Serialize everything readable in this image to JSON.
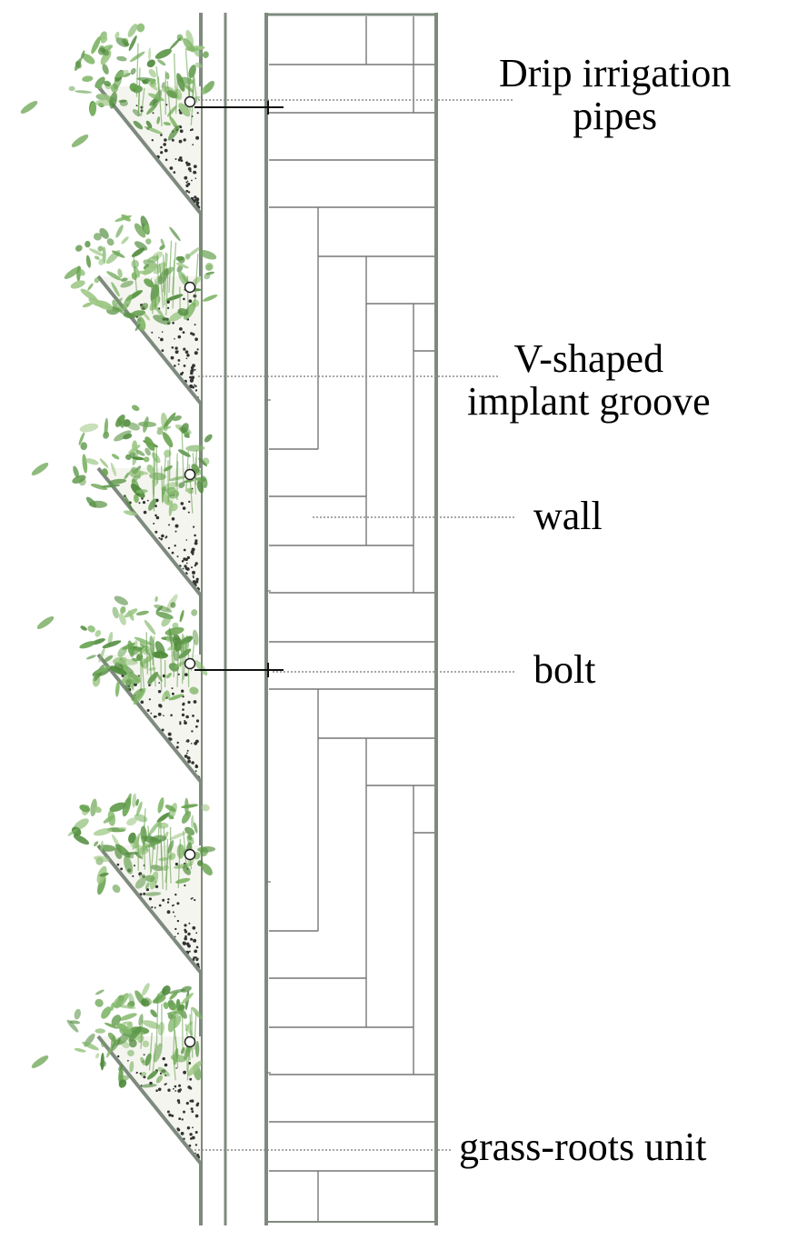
{
  "labels": {
    "drip": {
      "line1": "Drip irrigation",
      "line2": "pipes"
    },
    "groove": {
      "line1": "V-shaped",
      "line2": "implant groove"
    },
    "wall": "wall",
    "bolt": "bolt",
    "grass": "grass-roots unit"
  },
  "colors": {
    "frame": "#7f8a7f",
    "line": "#777777",
    "leader": "#8a8a8a",
    "foliage_dark": "#4f8a3c",
    "foliage_mid": "#6aa452",
    "foliage_light": "#9cc784",
    "soil_dot": "#333333"
  },
  "planters": {
    "count": 6
  }
}
